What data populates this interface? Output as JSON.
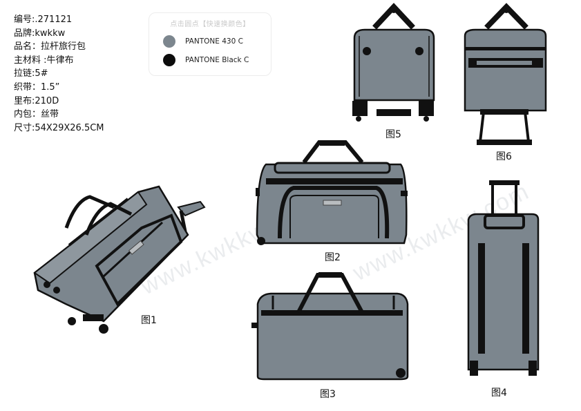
{
  "specs": [
    "编号:.271121",
    "品牌:kwkkw",
    "品名：拉杆旅行包",
    "主材料 :牛律布",
    "拉链:5#",
    "织带：1.5”",
    "里布:210D",
    "内包：丝带",
    "尺寸:54X29X26.5CM"
  ],
  "swatch_panel": {
    "hint": "点击圆点【快速换颜色】",
    "swatches": [
      {
        "name": "PANTONE 430 C",
        "color": "#7c868e"
      },
      {
        "name": "PANTONE Black C",
        "color": "#0c0c0c"
      }
    ]
  },
  "views": {
    "v1": "图1",
    "v2": "图2",
    "v3": "图3",
    "v4": "图4",
    "v5": "图5",
    "v6": "图6"
  },
  "watermark": "www.kwkkw.com",
  "colors": {
    "bag": "#7c868e",
    "trim": "#0c0c0c",
    "outline": "#111111"
  }
}
